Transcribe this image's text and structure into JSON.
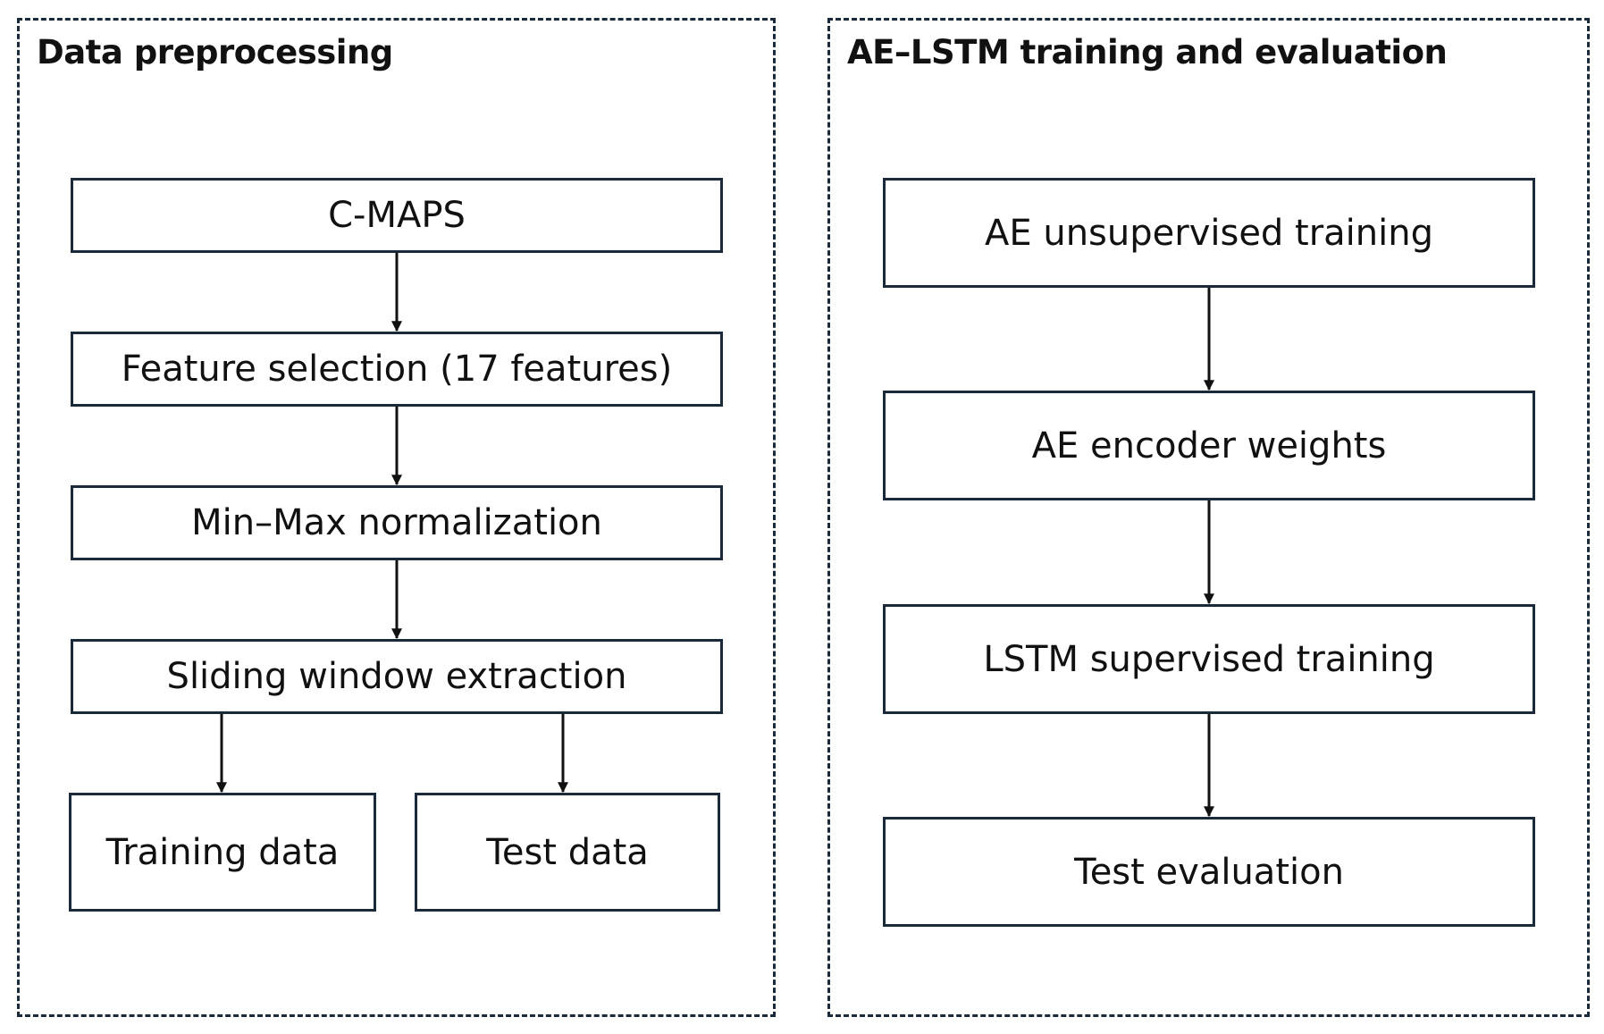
{
  "colors": {
    "border": "#1b2a3a",
    "text": "#111111",
    "background": "#ffffff"
  },
  "left_panel": {
    "title": "Data preprocessing",
    "steps": [
      "C-MAPS",
      "Feature selection (17 features)",
      "Min–Max normalization",
      "Sliding window extraction"
    ],
    "outputs": [
      "Training data",
      "Test data"
    ]
  },
  "right_panel": {
    "title": "AE–LSTM training and evaluation",
    "steps": [
      "AE unsupervised training",
      "AE encoder weights",
      "LSTM supervised training",
      "Test evaluation"
    ]
  }
}
